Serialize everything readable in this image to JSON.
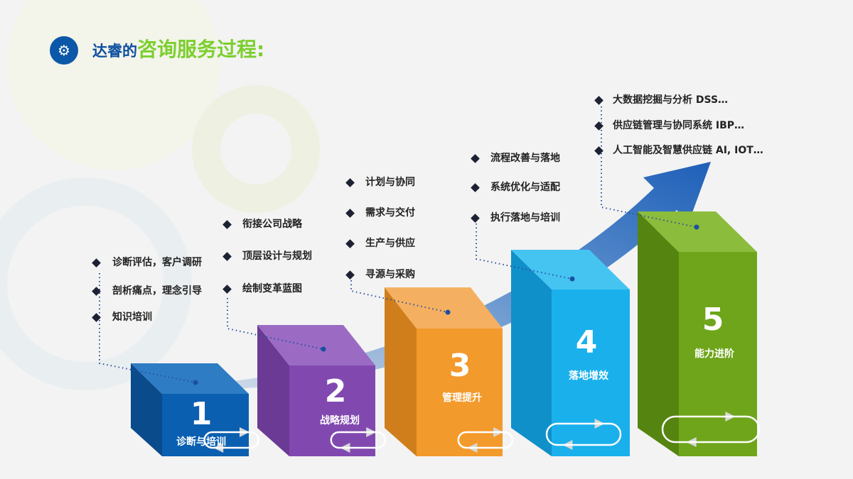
{
  "title": {
    "prefix": "达睿的",
    "main": "咨询服务过程:",
    "icon": "gears-icon"
  },
  "steps": [
    {
      "number": "1",
      "label": "诊断与培训",
      "color": "#0a5fb0",
      "items": [
        "诊断评估，客户调研",
        "剖析痛点，理念引导",
        "知识培训"
      ]
    },
    {
      "number": "2",
      "label": "战略规划",
      "color": "#8149b0",
      "items": [
        "衔接公司战略",
        "顶层设计与规划",
        "绘制变革蓝图"
      ]
    },
    {
      "number": "3",
      "label": "管理提升",
      "color": "#f39a2c",
      "items": [
        "计划与协同",
        "需求与交付",
        "生产与供应",
        "寻源与采购"
      ]
    },
    {
      "number": "4",
      "label": "落地增效",
      "color": "#1ab0ec",
      "items": [
        "流程改善与落地",
        "系统优化与适配",
        "执行落地与培训"
      ]
    },
    {
      "number": "5",
      "label": "能力进阶",
      "color": "#6fa51b",
      "items": [
        "大数据挖掘与分析 DSS…",
        "供应链管理与协同系统 IBP…",
        "人工智能及智慧供应链 AI, IOT…"
      ]
    }
  ]
}
